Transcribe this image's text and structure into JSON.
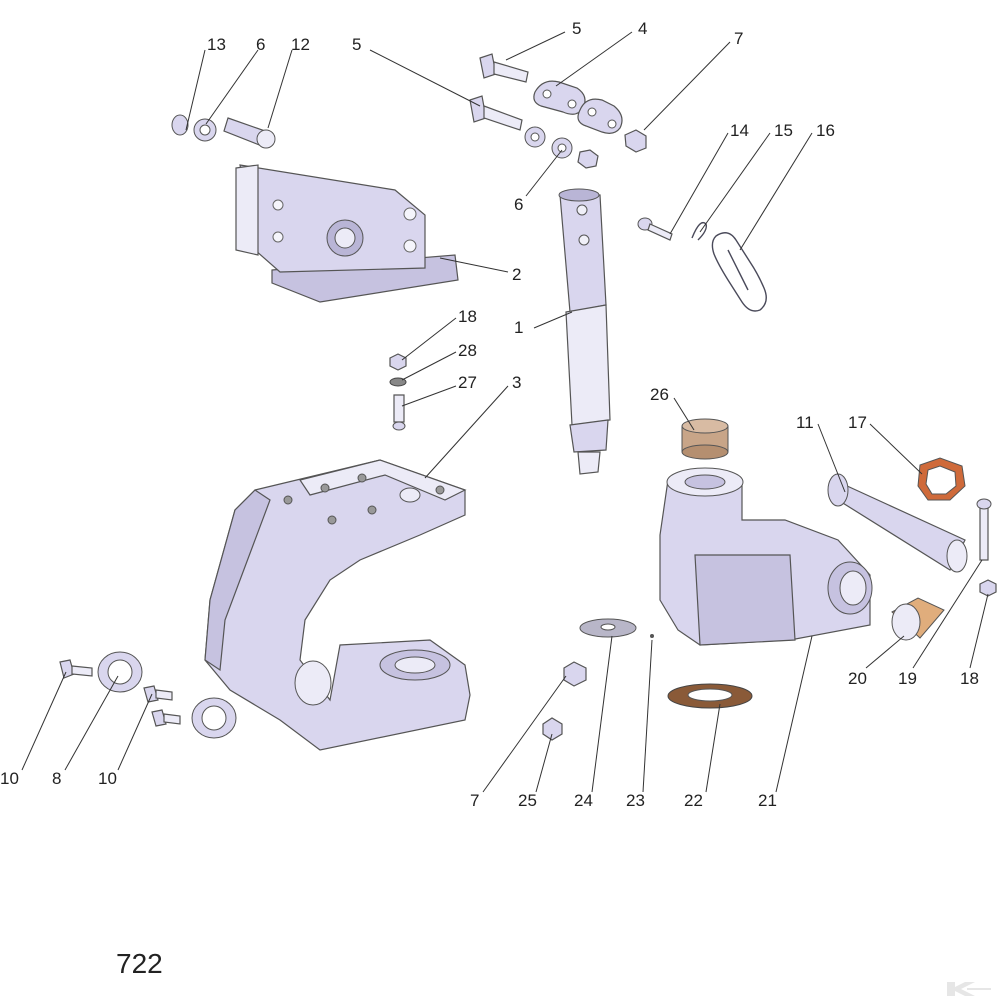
{
  "drawing_code": "722",
  "callouts": [
    "13",
    "6",
    "12",
    "5",
    "4",
    "7",
    "5",
    "6",
    "14",
    "15",
    "16",
    "2",
    "1",
    "18",
    "28",
    "27",
    "3",
    "26",
    "11",
    "17",
    "10",
    "8",
    "10",
    "7",
    "25",
    "24",
    "23",
    "22",
    "21",
    "20",
    "19",
    "18"
  ],
  "colors": {
    "part": "#d9d6ee",
    "bushing": "#c8a588",
    "washer": "#cf6a3a",
    "line": "#333333"
  },
  "icons": {
    "brand": "brand-logo-icon"
  }
}
